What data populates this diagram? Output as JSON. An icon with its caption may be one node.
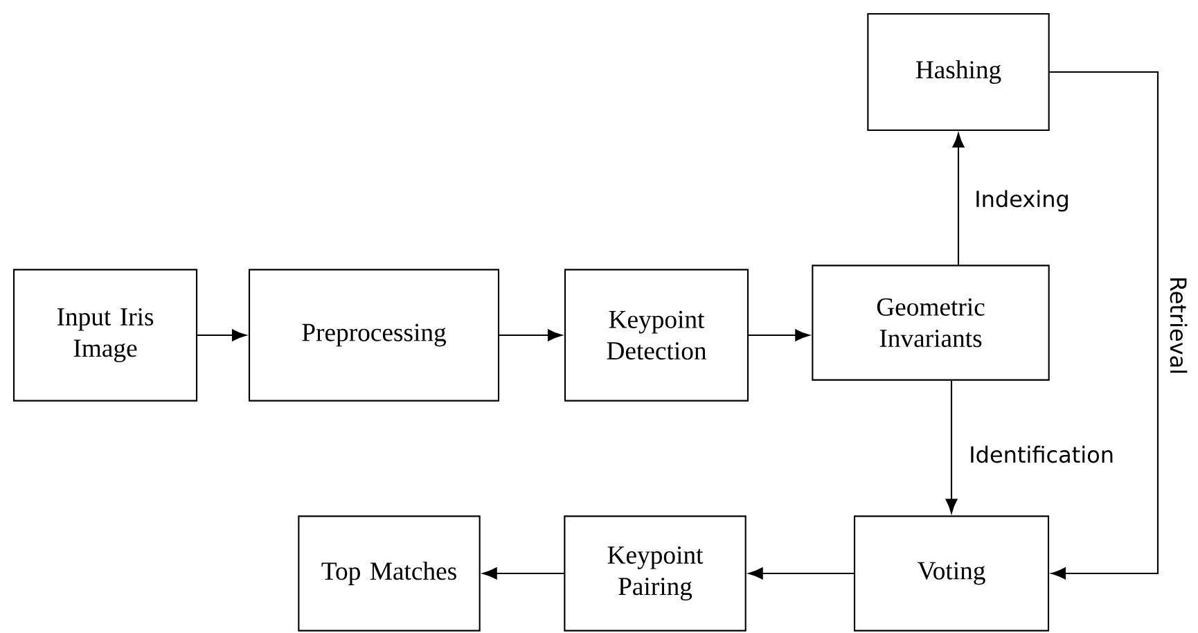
{
  "diagram": {
    "nodes": [
      {
        "text": [
          "Input Iris Image"
        ]
      },
      {
        "text": [
          "Preprocessing"
        ]
      },
      {
        "text": [
          "Keypoint Detection"
        ]
      },
      {
        "text": [
          "Geometric Invariants"
        ]
      },
      {
        "text": [
          "Hashing"
        ]
      },
      {
        "text": [
          "Voting"
        ]
      },
      {
        "text": [
          "Keypoint Pairing"
        ]
      },
      {
        "text": [
          "Top Matches"
        ]
      }
    ],
    "edges": [
      {
        "from": 0,
        "to": 1,
        "arrow": "to"
      },
      {
        "from": 1,
        "to": 2,
        "arrow": "to"
      },
      {
        "from": 2,
        "to": 3,
        "arrow": "to"
      },
      {
        "from": 3,
        "to": 4,
        "arrow": "to",
        "label": "Indexing"
      },
      {
        "from": 3,
        "to": 5,
        "arrow": "to",
        "label": "Identification"
      },
      {
        "from": 4,
        "to": 5,
        "arrow": "to",
        "label": "Retrieval"
      },
      {
        "from": 5,
        "to": 6,
        "arrow": "to"
      },
      {
        "from": 6,
        "to": 7,
        "arrow": "to"
      }
    ]
  }
}
